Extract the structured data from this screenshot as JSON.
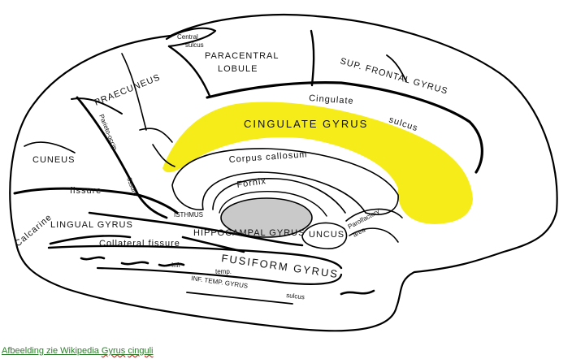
{
  "labels": {
    "central_sulcus": "Central sulcus",
    "paracentral_lobule_1": "PARACENTRAL",
    "paracentral_lobule_2": "LOBULE",
    "sup_frontal_gyrus": "SUP. FRONTAL GYRUS",
    "praecuneus": "PRAECUNEUS",
    "cingulate_sulcus_1": "Cingulate",
    "cingulate_sulcus_2": "sulcus",
    "cingulate_gyrus": "CINGULATE GYRUS",
    "parieto_occip_fissure_1": "Parieto-occip.",
    "parieto_occip_fissure_2": "fissure",
    "cuneus": "CUNEUS",
    "corpus_callosum": "Corpus callosum",
    "fornix": "Fornix",
    "calcarine_fissure_1": "Calcarine",
    "calcarine_fissure_2": "fissure",
    "isthmus": "ISTHMUS",
    "lingual_gyrus": "LINGUAL GYRUS",
    "collateral_fissure": "Collateral fissure",
    "hippocampal_gyrus": "HIPPOCAMPAL GYRUS",
    "uncus": "UNCUS",
    "parolfactory_area_1": "Parolfactory",
    "parolfactory_area_2": "area",
    "infr": "Infr",
    "fusiform_gyrus": "FUSIFORM GYRUS",
    "temp": "temp.",
    "inf_temp_gyrus": "INF. TEMP. GYRUS",
    "sulcus": "sulcus"
  },
  "caption": {
    "prefix": "Afbeelding zie Wikipedia ",
    "gyrus": "Gyrus",
    "cinguli": "cinguli"
  },
  "colors": {
    "highlight": "#f5ec1a",
    "thalamus": "#c9c9c9",
    "caption_link": "#2f7d2f"
  }
}
